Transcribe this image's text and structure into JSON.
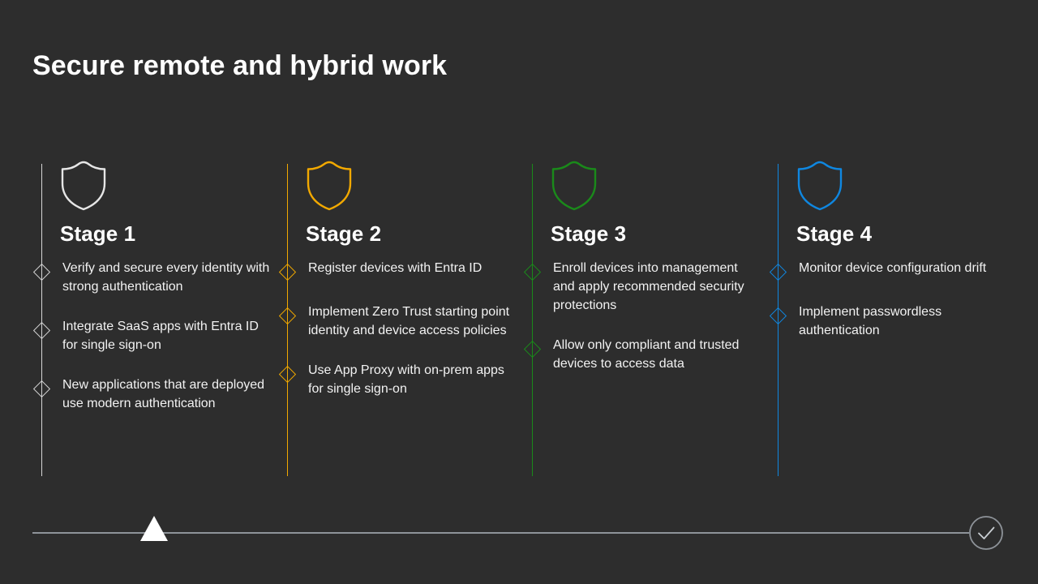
{
  "slide": {
    "title": "Secure remote and hybrid work",
    "background_color": "#2d2d2d",
    "text_color": "#ffffff"
  },
  "stages": [
    {
      "heading": "Stage 1",
      "accent_color": "#d6d6d6",
      "icon": "shield-icon",
      "bullets": [
        "Verify and secure every identity with strong authentication",
        "Integrate SaaS apps with Entra ID for single sign-on",
        "New applications that are deployed use modern authentication"
      ]
    },
    {
      "heading": "Stage 2",
      "accent_color": "#f2a900",
      "icon": "shield-icon",
      "bullets": [
        "Register devices with Entra ID",
        "Implement Zero Trust starting point identity and device access policies",
        "Use App Proxy with on-prem apps for single sign-on"
      ]
    },
    {
      "heading": "Stage 3",
      "accent_color": "#1a8a1a",
      "icon": "shield-icon",
      "bullets": [
        "Enroll devices into management and apply recommended security protections",
        "Allow only compliant and trusted devices to access data"
      ]
    },
    {
      "heading": "Stage 4",
      "accent_color": "#0f87e0",
      "icon": "shield-icon",
      "bullets": [
        "Monitor device configuration drift",
        "Implement passwordless authentication"
      ]
    }
  ],
  "timeline": {
    "line_color": "#8e9399",
    "marker_icon": "triangle-marker-icon",
    "marker_color": "#ffffff",
    "end_icon": "check-circle-icon",
    "end_color": "#8e9399"
  }
}
